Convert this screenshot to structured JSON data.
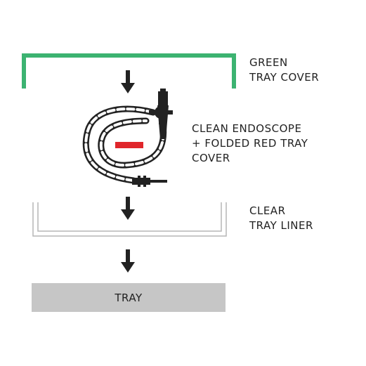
{
  "labels": {
    "green_cover": "GREEN\nTRAY COVER",
    "endoscope": "CLEAN ENDOSCOPE\n+ FOLDED RED TRAY\nCOVER",
    "liner": "CLEAR\nTRAY LINER",
    "tray": "TRAY"
  },
  "colors": {
    "green_cover": "#3cb371",
    "red_cover": "#e0262b",
    "liner": "#b5b5b5",
    "tray": "#c6c6c6",
    "ink": "#222222"
  }
}
